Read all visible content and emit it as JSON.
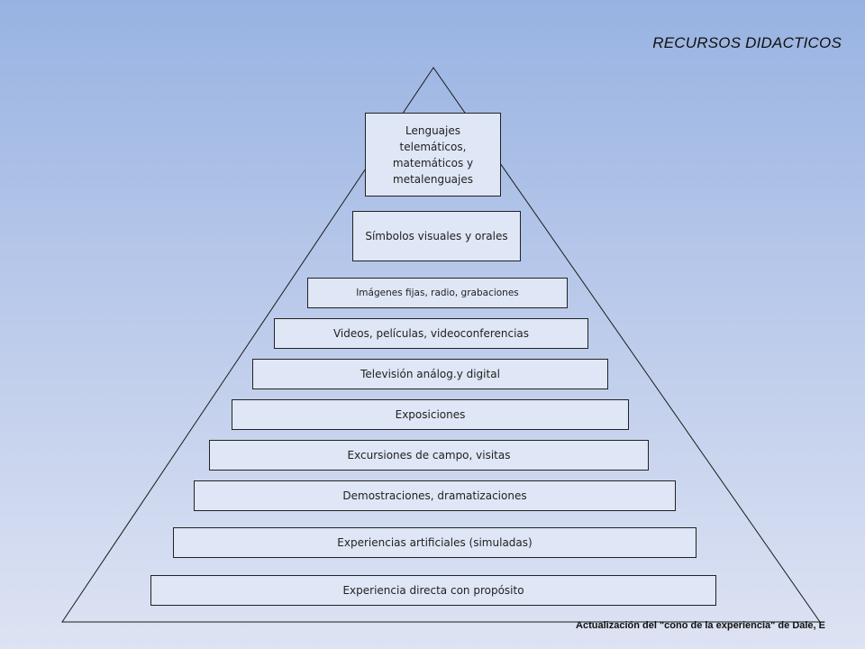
{
  "title": "RECURSOS DIDACTICOS",
  "levels": [
    "Lenguajes telemáticos, matemáticos y metalenguajes",
    "Símbolos visuales y orales",
    "Imágenes fijas, radio, grabaciones",
    "Videos, películas, videoconferencias",
    "Televisión  análog.y digital",
    "Exposiciones",
    "Excursiones de campo, visitas",
    "Demostraciones, dramatizaciones",
    "Experiencias artificiales (simuladas)",
    "Experiencia directa con propósito"
  ],
  "caption": "Actualización del \"cono de la experiencia\" de Dale, E",
  "colors": {
    "background_top": "#98b3e2",
    "background_bottom": "#dde3f3",
    "box_fill": "#dfe6f5",
    "outline": "#222222"
  }
}
